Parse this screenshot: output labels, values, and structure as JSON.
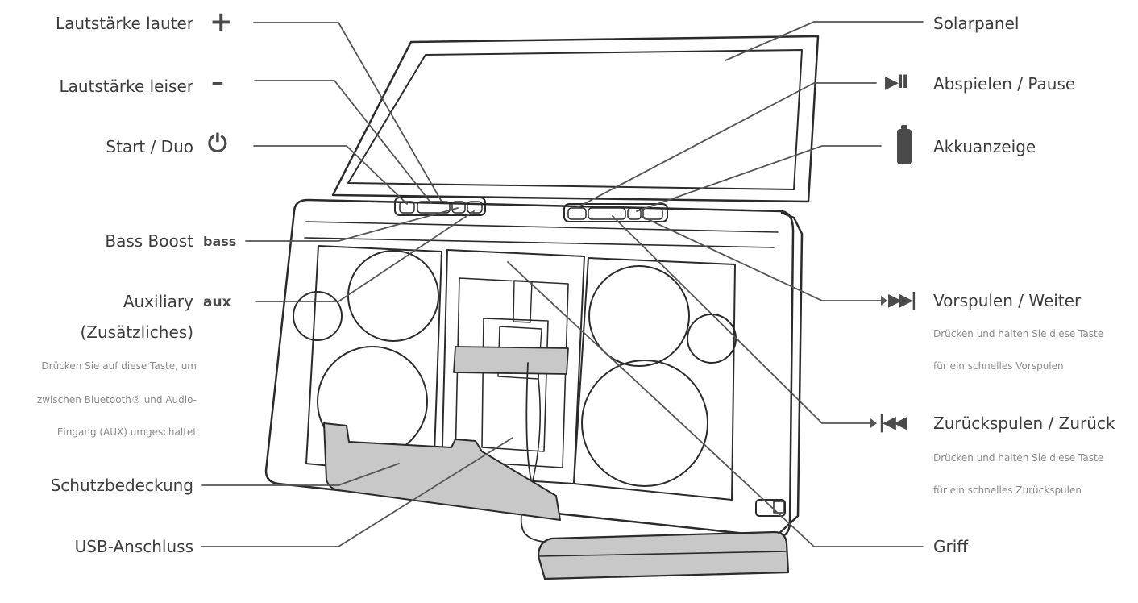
{
  "labels_left": {
    "volume_up": "Lautstärke lauter",
    "volume_down": "Lautstärke leiser",
    "start_duo": "Start / Duo",
    "bass_boost": "Bass Boost",
    "auxiliary": "Auxiliary",
    "auxiliary_sub": "(Zusätzliches)",
    "aux_note_1": "Drücken Sie auf diese Taste, um",
    "aux_note_2": "zwischen Bluetooth® und Audio-",
    "aux_note_3": "Eingang (AUX) umgeschaltet",
    "cover": "Schutzbedeckung",
    "usb": "USB-Anschluss"
  },
  "labels_right": {
    "solar": "Solarpanel",
    "play_pause": "Abspielen / Pause",
    "battery": "Akkuanzeige",
    "forward": "Vorspulen / Weiter",
    "forward_note_1": "Drücken und halten Sie diese Taste",
    "forward_note_2": "für ein schnelles Vorspulen",
    "rewind": "Zurückspulen / Zurück",
    "rewind_note_1": "Drücken und halten Sie diese Taste",
    "rewind_note_2": "für ein schnelles Zurückspulen",
    "handle": "Griff"
  },
  "icons": {
    "plus": "+",
    "minus": "–",
    "power": "⏻",
    "bass": "bass",
    "aux": "aux",
    "play_pause": "▶II",
    "forward": "▶▶|",
    "rewind": "|◀◀"
  },
  "colors": {
    "line": "#555555",
    "device_stroke": "#2b2b2b",
    "panel_fill": "#c8c8c8"
  }
}
